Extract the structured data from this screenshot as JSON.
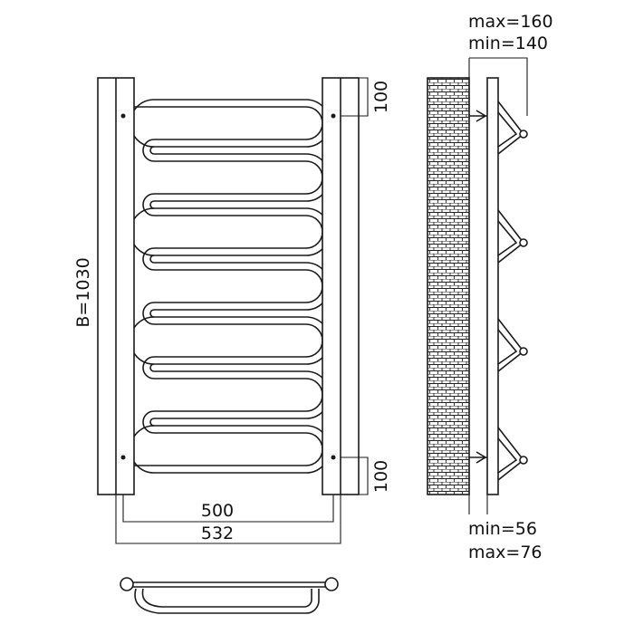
{
  "front_view": {
    "height_label": "B=1030",
    "top_offset_label": "100",
    "bottom_offset_label": "100",
    "inner_width_label": "500",
    "outer_width_label": "532"
  },
  "side_view": {
    "top_label_max": "max=160",
    "top_label_min": "min=140",
    "bottom_label_min": "min=56",
    "bottom_label_max": "max=76"
  },
  "colors": {
    "line": "#1a1a1a",
    "background": "#ffffff"
  }
}
